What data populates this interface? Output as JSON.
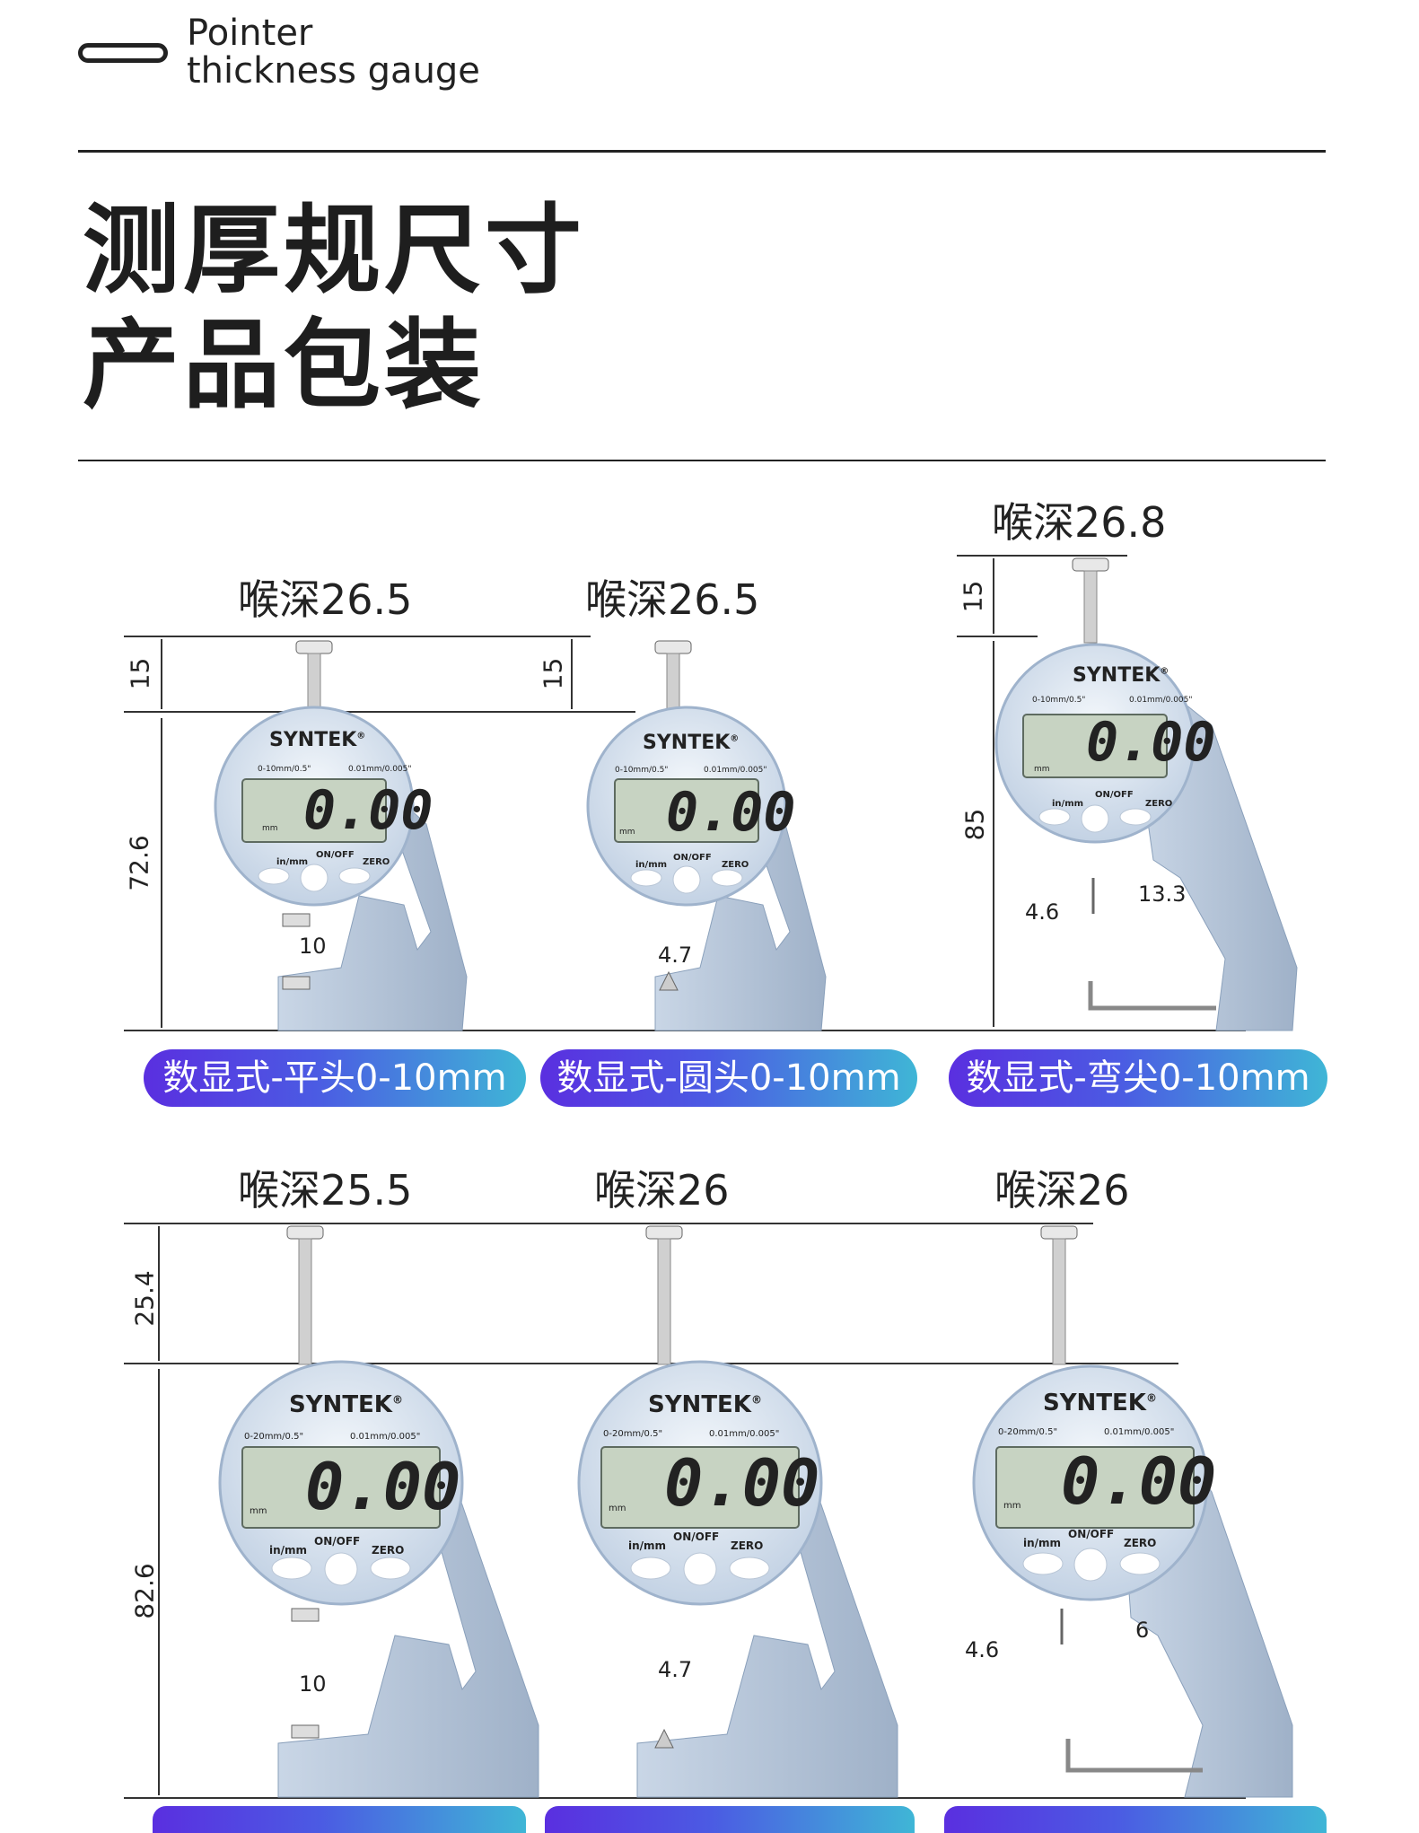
{
  "header": {
    "subtitle_line1": "Pointer",
    "subtitle_line2": "thickness gauge",
    "title_line1": "测厚规尺寸",
    "title_line2": "产品包装"
  },
  "gauge_ui": {
    "brand": "SYNTEK",
    "registered_mark": "®",
    "display_value": "0.00",
    "unit_mm": "mm",
    "btn_inmm": "in/mm",
    "btn_onoff": "ON/OFF",
    "btn_zero": "ZERO"
  },
  "row1": {
    "gauges": [
      {
        "throat": "喉深26.5",
        "range": "0-10mm/0.5\"",
        "resolution": "0.01mm/0.005\"",
        "dim_top": "15",
        "dim_body": "72.6",
        "tip_dim": "10",
        "badge": "数显式-平头0-10mm"
      },
      {
        "throat": "喉深26.5",
        "range": "0-10mm/0.5\"",
        "resolution": "0.01mm/0.005\"",
        "dim_top": "15",
        "tip_dim": "4.7",
        "badge": "数显式-圆头0-10mm"
      },
      {
        "throat": "喉深26.8",
        "range": "0-10mm/0.5\"",
        "resolution": "0.01mm/0.005\"",
        "dim_top": "15",
        "dim_body": "85",
        "tip_dim": "4.6",
        "tip_dim2": "13.3",
        "badge": "数显式-弯尖0-10mm"
      }
    ]
  },
  "row2": {
    "gauges": [
      {
        "throat": "喉深25.5",
        "range": "0-20mm/0.5\"",
        "resolution": "0.01mm/0.005\"",
        "dim_top": "25.4",
        "dim_body": "82.6",
        "tip_dim": "10"
      },
      {
        "throat": "喉深26",
        "range": "0-20mm/0.5\"",
        "resolution": "0.01mm/0.005\"",
        "tip_dim": "4.7"
      },
      {
        "throat": "喉深26",
        "range": "0-20mm/0.5\"",
        "resolution": "0.01mm/0.005\"",
        "tip_dim": "4.6",
        "tip_dim2": "6"
      }
    ]
  }
}
